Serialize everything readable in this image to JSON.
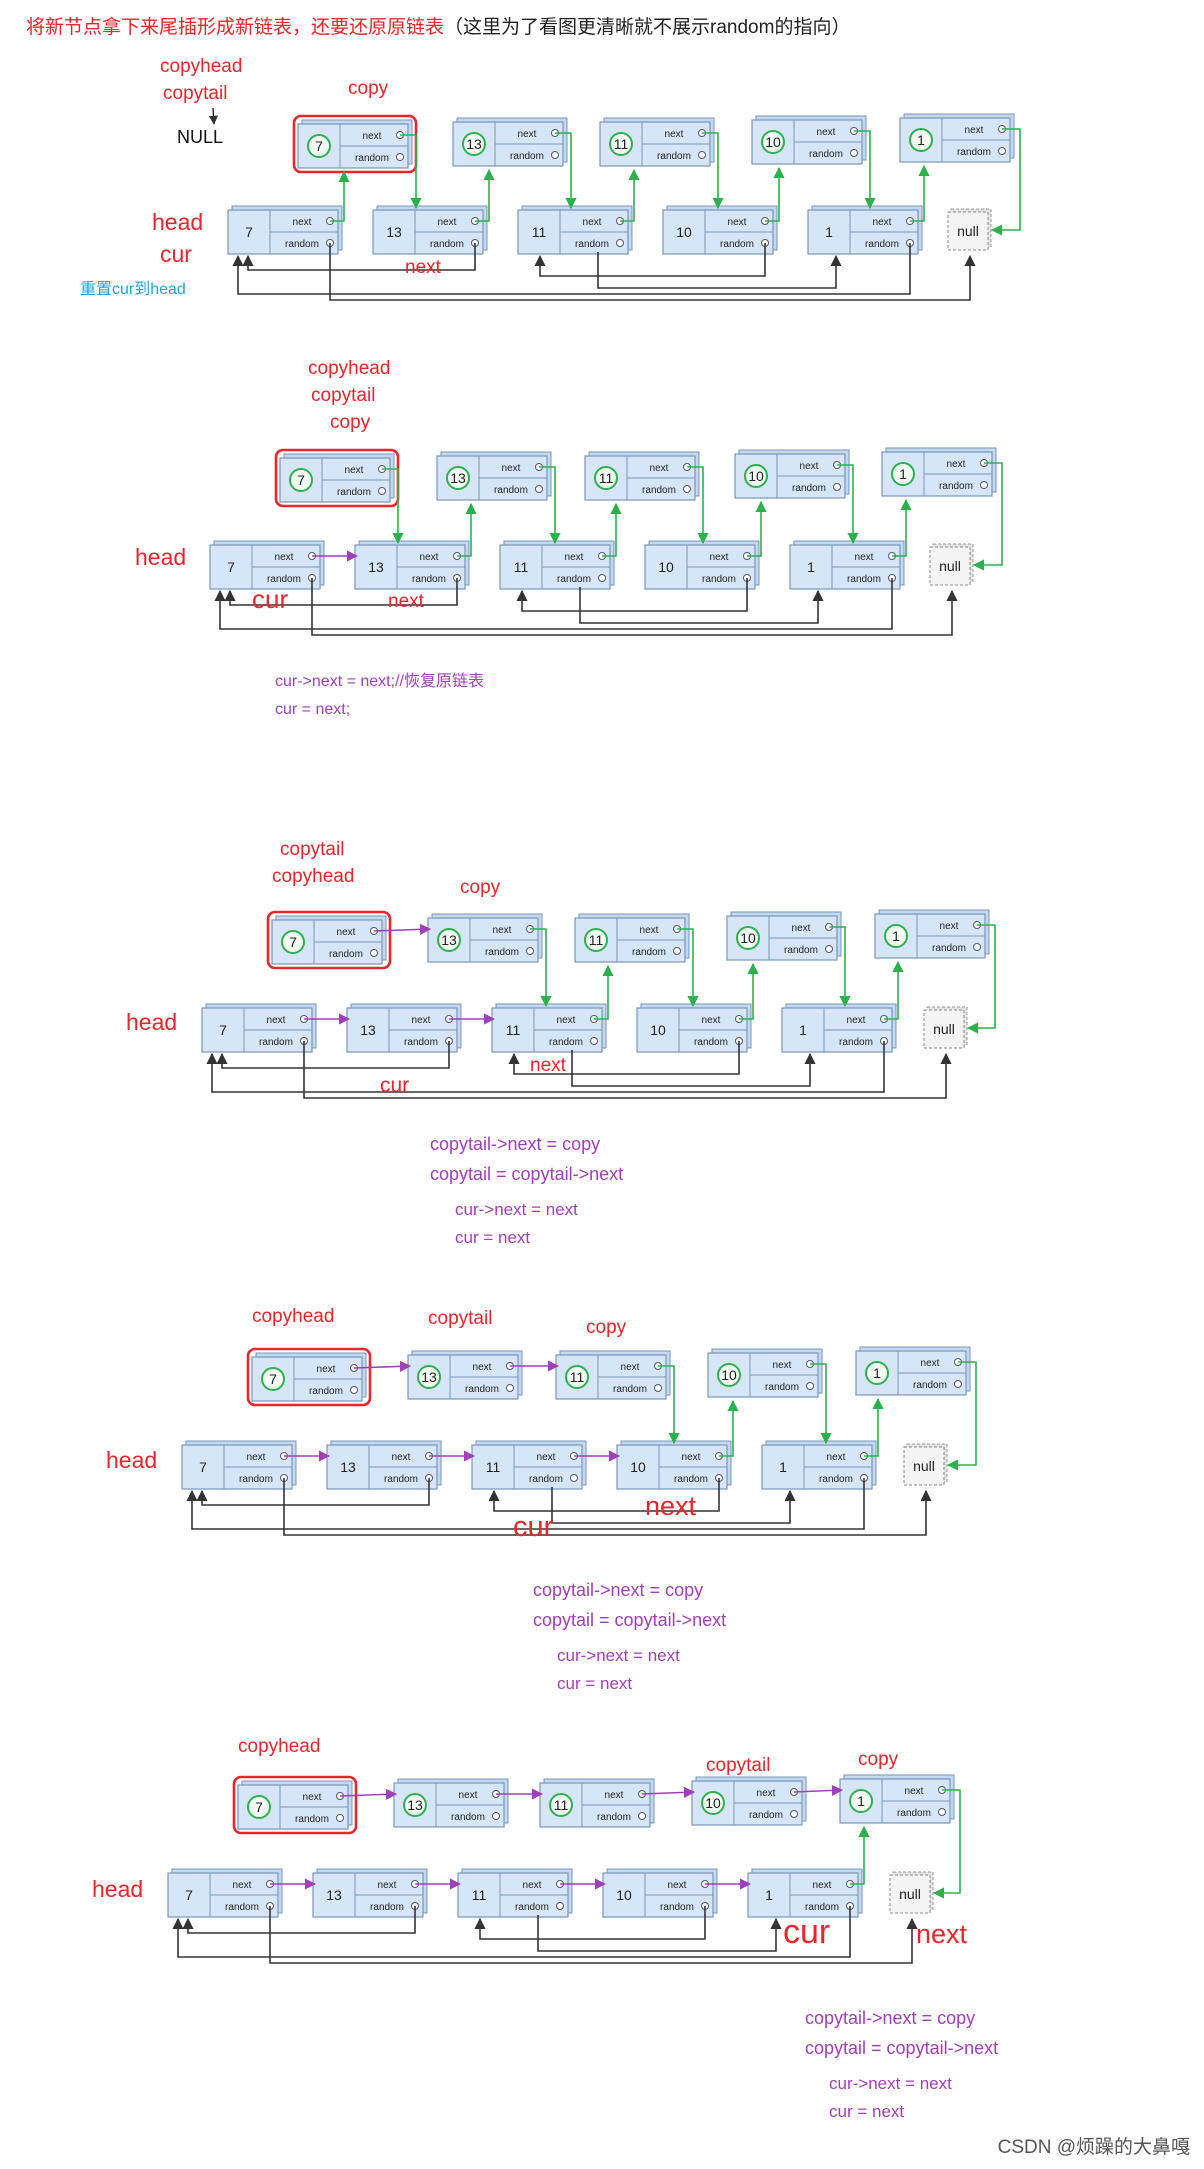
{
  "header": {
    "title_main": "将新节点拿下来尾插形成新链表，还要还原原链表",
    "title_note": "（这里为了看图更清晰就不展示random的指向）"
  },
  "labels": {
    "copyhead": "copyhead",
    "copytail": "copytail",
    "copy": "copy",
    "head": "head",
    "cur": "cur",
    "next": "next",
    "null_label": "NULL",
    "null_node": "null",
    "field_next": "next",
    "field_random": "random",
    "reset_cur": "重置cur到head"
  },
  "node_values": [
    "7",
    "13",
    "11",
    "10",
    "1"
  ],
  "code": {
    "step2": [
      "cur->next = next;//恢复原链表",
      "cur = next;"
    ],
    "step3": [
      "copytail->next = copy",
      "copytail = copytail->next",
      "cur->next = next",
      "cur = next"
    ],
    "step4": [
      "copytail->next = copy",
      "copytail = copytail->next",
      "cur->next = next",
      "cur = next"
    ],
    "step5": [
      "copytail->next = copy",
      "copytail = copytail->next",
      "cur->next = next",
      "cur = next"
    ]
  },
  "colors": {
    "label_red": "#e8262b",
    "code_purple": "#a040b8",
    "note_blue": "#1fa6d6",
    "link_green": "#2bb24c",
    "link_purple": "#a040b8",
    "highlight_red": "#e8262b",
    "node_fill": "#d6e6f8",
    "node_border": "#7a96b8"
  },
  "watermark": "CSDN @烦躁的大鼻嘎"
}
